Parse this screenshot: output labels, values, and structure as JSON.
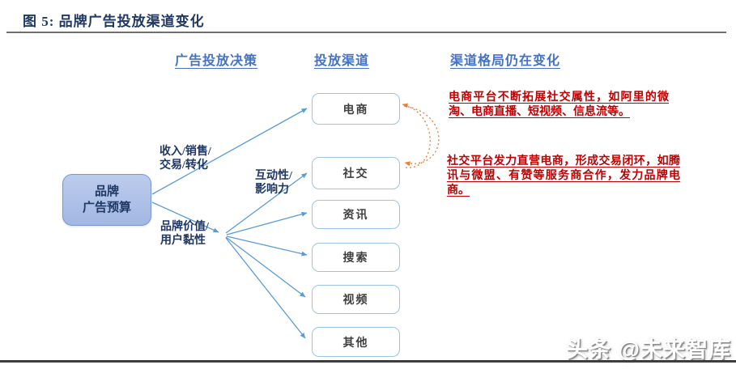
{
  "figure": {
    "title": "图 5: 品牌广告投放渠道变化"
  },
  "columns": {
    "decision": "广告投放决策",
    "channel": "投放渠道",
    "landscape": "渠道格局仍在变化"
  },
  "budget_box": {
    "line1": "品牌",
    "line2": "广告预算"
  },
  "edge_labels": {
    "revenue": {
      "line1": "收入/销售/",
      "line2": "交易/转化"
    },
    "interaction": {
      "line1": "互动性/",
      "line2": "影响力"
    },
    "brand": {
      "line1": "品牌价值/",
      "line2": "用户黏性"
    }
  },
  "channels": [
    "电商",
    "社交",
    "资讯",
    "搜索",
    "视频",
    "其他"
  ],
  "annotations": {
    "ecommerce": "电商平台不断拓展社交属性，如阿里的微淘、电商直播、短视频、信息流等。",
    "social": "社交平台发力直营电商，形成交易闭环，如腾讯与微盟、有赞等服务商合作，发力品牌电商。"
  },
  "watermark": "头条 @未来智库",
  "colors": {
    "title_navy": "#1f3864",
    "header_blue": "#4472c4",
    "connector_blue": "#5b9bd5",
    "budget_fill": "#aec1e8",
    "budget_border": "#7c97cf",
    "channel_border": "#9dc3e6",
    "annotation_red": "#c00000",
    "loop_orange": "#ed7d31"
  }
}
